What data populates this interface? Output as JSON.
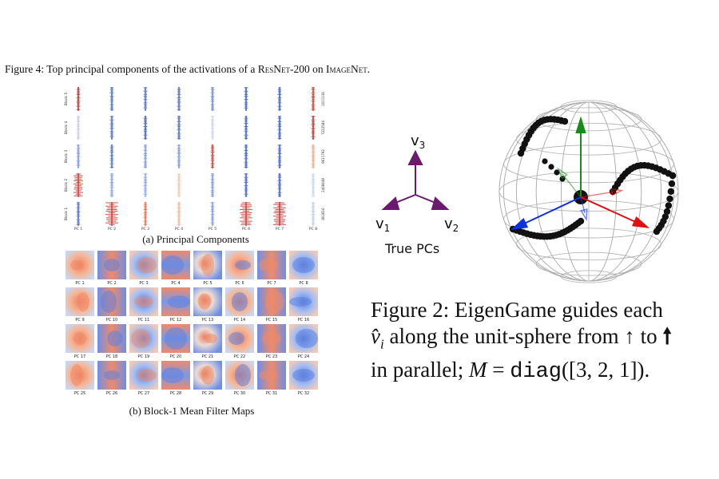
{
  "fig4": {
    "caption_prefix": "Figure 4: Top principal components of the activations of a ",
    "resnet": "ResNet",
    "resnet_suffix": "-200 on ",
    "imagenet": "ImageNet",
    "caption_end": "."
  },
  "pc_panel": {
    "block_labels": [
      "Block 5",
      "Block 4",
      "Block 3",
      "Block 2",
      "Block 1"
    ],
    "pc_labels": [
      "PC 1",
      "PC 2",
      "PC 3",
      "PC 4",
      "PC 5",
      "PC 6",
      "PC 7",
      "PC 8"
    ],
    "row_values": [
      "1011136",
      "7222584",
      "9611792",
      "2408448",
      "802816"
    ],
    "caption": "(a) Principal Components"
  },
  "maps_panel": {
    "labels": [
      "PC 1",
      "PC 2",
      "PC 3",
      "PC 4",
      "PC 5",
      "PC 6",
      "PC 7",
      "PC 8",
      "PC 9",
      "PC 10",
      "PC 11",
      "PC 12",
      "PC 13",
      "PC 14",
      "PC 15",
      "PC 16",
      "PC 17",
      "PC 18",
      "PC 19",
      "PC 20",
      "PC 21",
      "PC 22",
      "PC 23",
      "PC 24",
      "PC 25",
      "PC 26",
      "PC 27",
      "PC 28",
      "PC 29",
      "PC 30",
      "PC 31",
      "PC 32"
    ],
    "caption": "(b) Block-1 Mean Filter Maps"
  },
  "true_pcs": {
    "v3": "v",
    "v3_sub": "3",
    "v1": "v",
    "v1_sub": "1",
    "v2": "v",
    "v2_sub": "2",
    "label": "True PCs",
    "color": "#6a1b6e"
  },
  "sphere": {
    "colors": {
      "green": "#1a8a1a",
      "blue": "#1030e0",
      "red": "#e01010",
      "dots": "#111111"
    }
  },
  "fig2": {
    "line1": "Figure 2: EigenGame guides each",
    "vhat": "v̂",
    "sub_i": "i",
    "line2_mid": " along the unit-sphere from ",
    "up_arrow": "↑",
    "line2_to": " to ",
    "up_arrow_bold": "🠕",
    "line3_a": "in parallel; ",
    "M": "M",
    "eq": " = ",
    "diag": "diag",
    "line3_b": "([3, 2, 1])."
  }
}
